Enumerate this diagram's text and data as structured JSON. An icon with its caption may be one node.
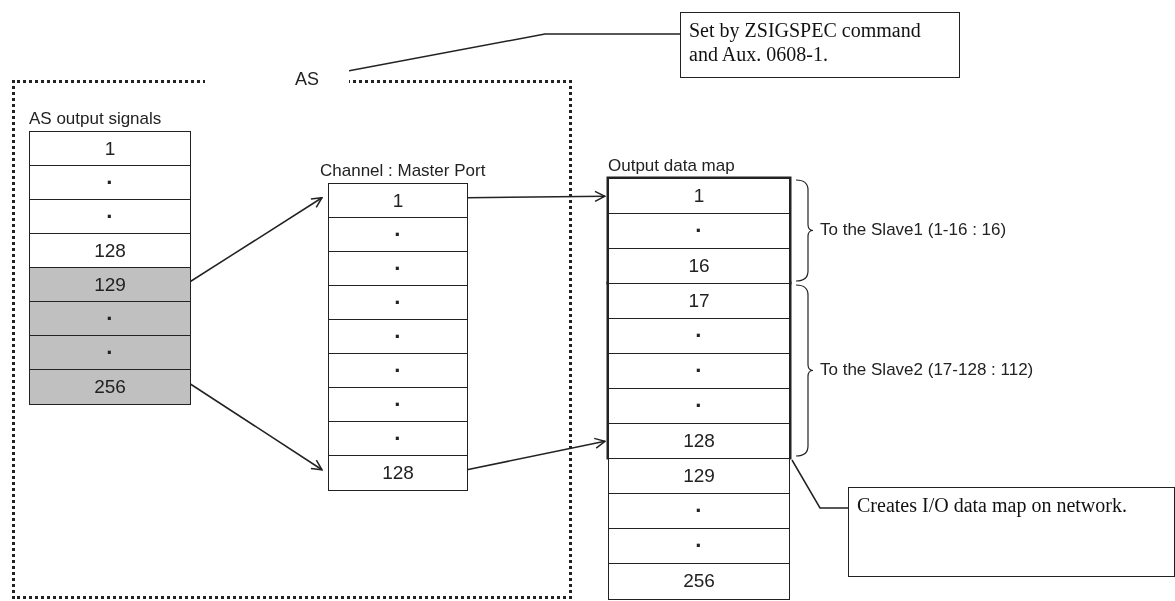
{
  "diagram": {
    "nodes": [
      {
        "text": [
          "AS"
        ]
      },
      {
        "text": [
          "AS output signals"
        ],
        "in": 0
      },
      {
        "text": [
          "1"
        ],
        "in": 1
      },
      {
        "text": [
          "·"
        ],
        "in": 1
      },
      {
        "text": [
          "·"
        ],
        "in": 1
      },
      {
        "text": [
          "128"
        ],
        "in": 1
      },
      {
        "text": [
          "129"
        ],
        "in": 1
      },
      {
        "text": [
          "·"
        ],
        "in": 1
      },
      {
        "text": [
          "·"
        ],
        "in": 1
      },
      {
        "text": [
          "256"
        ],
        "in": 1
      },
      {
        "text": [
          "Channel : Master Port"
        ],
        "in": 0
      },
      {
        "text": [
          "1"
        ],
        "in": 10
      },
      {
        "text": [
          "·"
        ],
        "in": 10
      },
      {
        "text": [
          "·"
        ],
        "in": 10
      },
      {
        "text": [
          "·"
        ],
        "in": 10
      },
      {
        "text": [
          "·"
        ],
        "in": 10
      },
      {
        "text": [
          "·"
        ],
        "in": 10
      },
      {
        "text": [
          "·"
        ],
        "in": 10
      },
      {
        "text": [
          "·"
        ],
        "in": 10
      },
      {
        "text": [
          "128"
        ],
        "in": 10
      },
      {
        "text": [
          "Output data map"
        ]
      },
      {
        "text": [
          "1"
        ],
        "in": 20
      },
      {
        "text": [
          "·"
        ],
        "in": 20
      },
      {
        "text": [
          "16"
        ],
        "in": 20
      },
      {
        "text": [
          "17"
        ],
        "in": 20
      },
      {
        "text": [
          "·"
        ],
        "in": 20
      },
      {
        "text": [
          "·"
        ],
        "in": 20
      },
      {
        "text": [
          "·"
        ],
        "in": 20
      },
      {
        "text": [
          "128"
        ],
        "in": 20
      },
      {
        "text": [
          "129"
        ],
        "in": 20
      },
      {
        "text": [
          "·"
        ],
        "in": 20
      },
      {
        "text": [
          "·"
        ],
        "in": 20
      },
      {
        "text": [
          "256"
        ],
        "in": 20
      },
      {
        "text": [
          "Set by ZSIGSPEC command and Aux. 0608-1."
        ]
      },
      {
        "text": [
          "Creates I/O data map on network."
        ]
      }
    ],
    "edges": [
      {
        "from": 6,
        "to": 11,
        "arrow": "to"
      },
      {
        "from": 9,
        "to": 19,
        "arrow": "to"
      },
      {
        "from": 11,
        "to": 21,
        "arrow": "to"
      },
      {
        "from": 19,
        "to": 28,
        "arrow": "to"
      },
      {
        "from": 33,
        "to": 0,
        "arrow": "none"
      },
      {
        "from": 34,
        "to": 20,
        "arrow": "none"
      }
    ],
    "labels": [
      "To the Slave1 (1-16 : 16)",
      "To the Slave2 (17-128 : 112)"
    ]
  }
}
